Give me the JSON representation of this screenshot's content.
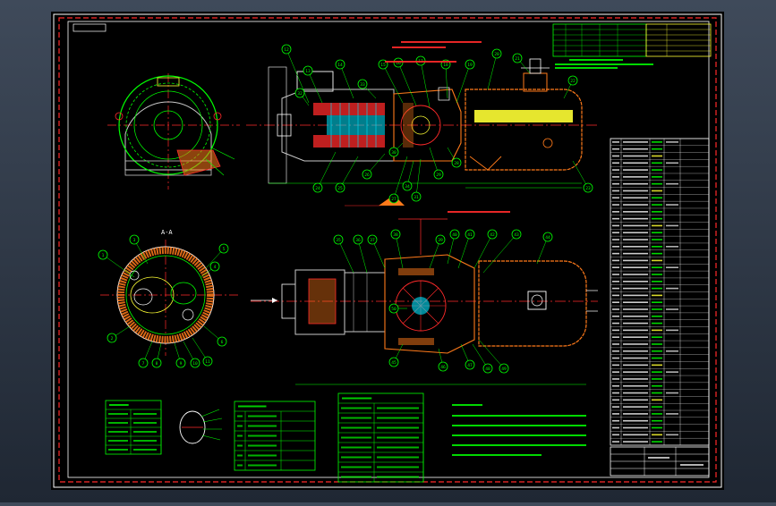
{
  "drawing": {
    "section_label": "A-A",
    "colors": {
      "background": "#000000",
      "border": "#ffffff",
      "frame": "#ff2a2a",
      "primary": "#00ff00",
      "section": "#ff2a2a",
      "hatch": "#ff7a1a",
      "highlight": "#ffff33",
      "cyan": "#00e5ff",
      "line": "#c8c8c8"
    }
  },
  "balloons": {
    "top_view": [
      "12",
      "13",
      "14",
      "15",
      "16",
      "17",
      "18",
      "19",
      "20",
      "21",
      "22",
      "23",
      "24",
      "25",
      "26",
      "27",
      "28",
      "29",
      "30",
      "31",
      "32",
      "33",
      "34"
    ],
    "bottom_view": [
      "35",
      "36",
      "37",
      "38",
      "39",
      "40",
      "41",
      "42",
      "43",
      "44",
      "45",
      "46",
      "47",
      "48",
      "49",
      "50"
    ],
    "section_aa": [
      "1",
      "2",
      "3",
      "4",
      "5",
      "6",
      "7",
      "8",
      "9",
      "10",
      "11"
    ]
  },
  "tables": {
    "left": {
      "title": "",
      "rows": 5
    },
    "middle": {
      "title": "",
      "rows": 6
    },
    "right": {
      "title": "",
      "rows": 8
    }
  }
}
